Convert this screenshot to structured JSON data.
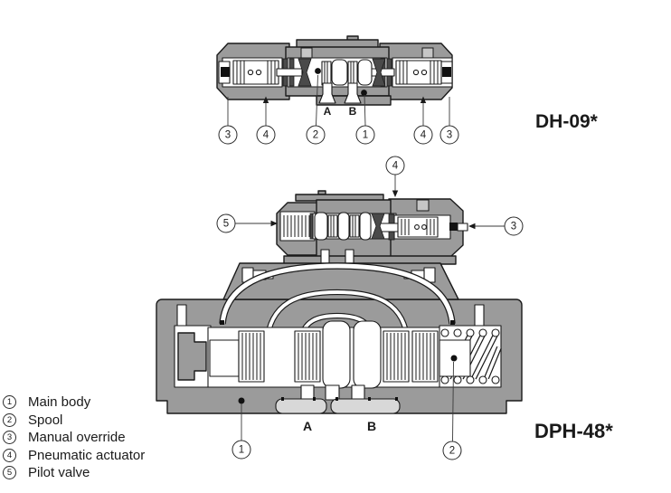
{
  "diagram": {
    "top_valve": {
      "model": "DH-09*",
      "ports": {
        "a": "A",
        "b": "B"
      },
      "callouts": [
        "3",
        "4",
        "2",
        "1",
        "4",
        "3"
      ]
    },
    "bottom_valve": {
      "model": "DPH-48*",
      "ports": {
        "a": "A",
        "b": "B"
      },
      "callouts": [
        "4",
        "5",
        "3",
        "1",
        "2"
      ]
    },
    "legend": {
      "items": [
        {
          "n": "1",
          "label": "Main body"
        },
        {
          "n": "2",
          "label": "Spool"
        },
        {
          "n": "3",
          "label": "Manual override"
        },
        {
          "n": "4",
          "label": "Pneumatic actuator"
        },
        {
          "n": "5",
          "label": "Pilot valve"
        }
      ]
    },
    "colors": {
      "body_gray": "#9b9b9b",
      "dark_gray": "#4a4a4a",
      "light_gray": "#d8d8d8",
      "outline": "#1a1a1a",
      "background": "#ffffff"
    }
  }
}
